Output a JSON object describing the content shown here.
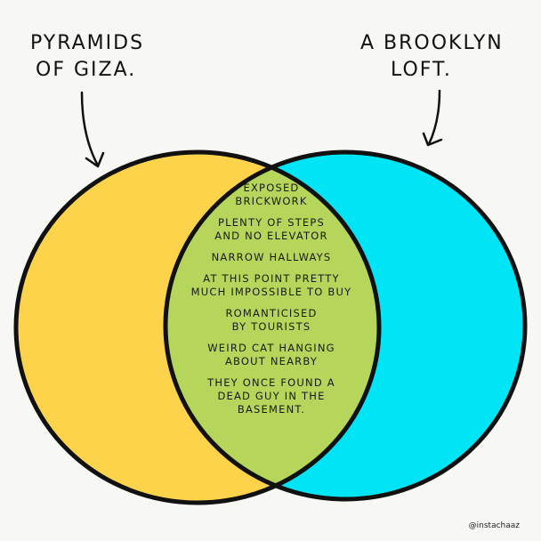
{
  "diagram": {
    "type": "venn",
    "sets": [
      {
        "id": "left",
        "label_lines": [
          "Pyramids",
          "of Giza."
        ],
        "color": "#FDD34B"
      },
      {
        "id": "right",
        "label_lines": [
          "A Brooklyn",
          "Loft."
        ],
        "color": "#00E5F5"
      }
    ],
    "intersection": {
      "color": "#B5D65A",
      "items": [
        {
          "lines": [
            "Exposed",
            "Brickwork"
          ]
        },
        {
          "lines": [
            "Plenty of steps",
            "and no elevator"
          ]
        },
        {
          "lines": [
            "Narrow hallways"
          ]
        },
        {
          "lines": [
            "At this point pretty",
            "much impossible to buy"
          ]
        },
        {
          "lines": [
            "Romanticised",
            "by tourists"
          ]
        },
        {
          "lines": [
            "Weird cat hanging",
            "about nearby"
          ]
        },
        {
          "lines": [
            "They once found a",
            "dead guy in the",
            "basement."
          ]
        }
      ]
    },
    "outline_color": "#111111",
    "background": "#F7F7F3"
  },
  "credit": "@instachaaz"
}
